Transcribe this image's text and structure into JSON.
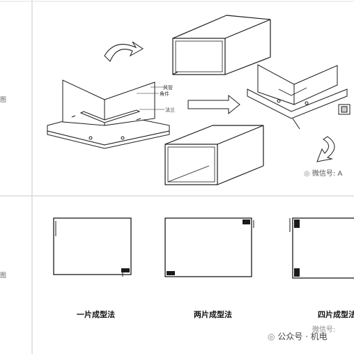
{
  "left_edge": {
    "top_char": "图",
    "bottom_char": "图"
  },
  "callouts": {
    "corner": "角件",
    "duct": "风管",
    "flange": "法兰"
  },
  "captions": [
    "一片成型法",
    "两片成型法",
    "四片成型法"
  ],
  "watermarks": {
    "top": "微信号: A",
    "bottom_back": "微信号:",
    "bottom_front": "公众号 · 机电"
  },
  "colors": {
    "line": "#1a1a1a",
    "grid": "#c8c8c8",
    "arrow_fill": "#ffffff"
  }
}
